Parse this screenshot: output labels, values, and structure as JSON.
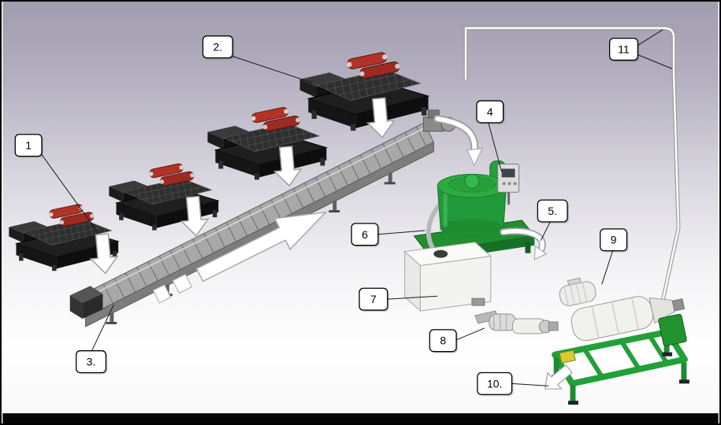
{
  "diagram": {
    "kind": "3d-equipment-flow-diagram",
    "subject": "drilling-waste-management-solids-control-system",
    "callouts": [
      {
        "label": "1",
        "points_to": "shale-shaker-1"
      },
      {
        "label": "2.",
        "points_to": "shale-shaker-4"
      },
      {
        "label": "3.",
        "points_to": "screw-conveyor-discharge"
      },
      {
        "label": "4",
        "points_to": "dryer-control-panel"
      },
      {
        "label": "5.",
        "points_to": "dryer-discharge-arrow"
      },
      {
        "label": "6",
        "points_to": "vertical-cuttings-dryer"
      },
      {
        "label": "7",
        "points_to": "collection-tank"
      },
      {
        "label": "8",
        "points_to": "screw-pump"
      },
      {
        "label": "9",
        "points_to": "decanter-centrifuge"
      },
      {
        "label": "10.",
        "points_to": "centrifuge-solids-discharge"
      },
      {
        "label": "11",
        "points_to": "feed-line"
      }
    ],
    "components": [
      "shale-shaker-1",
      "shale-shaker-2",
      "shale-shaker-3",
      "shale-shaker-4",
      "screw-conveyor",
      "conveyor-drive-motor",
      "vertical-cuttings-dryer",
      "dryer-control-panel",
      "collection-tank",
      "screw-pump",
      "decanter-centrifuge",
      "flow-arrows",
      "feed-line"
    ],
    "colors": {
      "background_top": "#a29eb0",
      "background_bottom": "#ffffff",
      "bottom_bar": "#050505",
      "machine_green": "#22993a",
      "machine_dark": "#1f1f1f",
      "motor_red": "#b23227",
      "conveyor_gray": "#a8a8a8",
      "arrow_fill": "#ffffff",
      "callout_fill": "#ffffff",
      "callout_border": "#000000"
    }
  }
}
